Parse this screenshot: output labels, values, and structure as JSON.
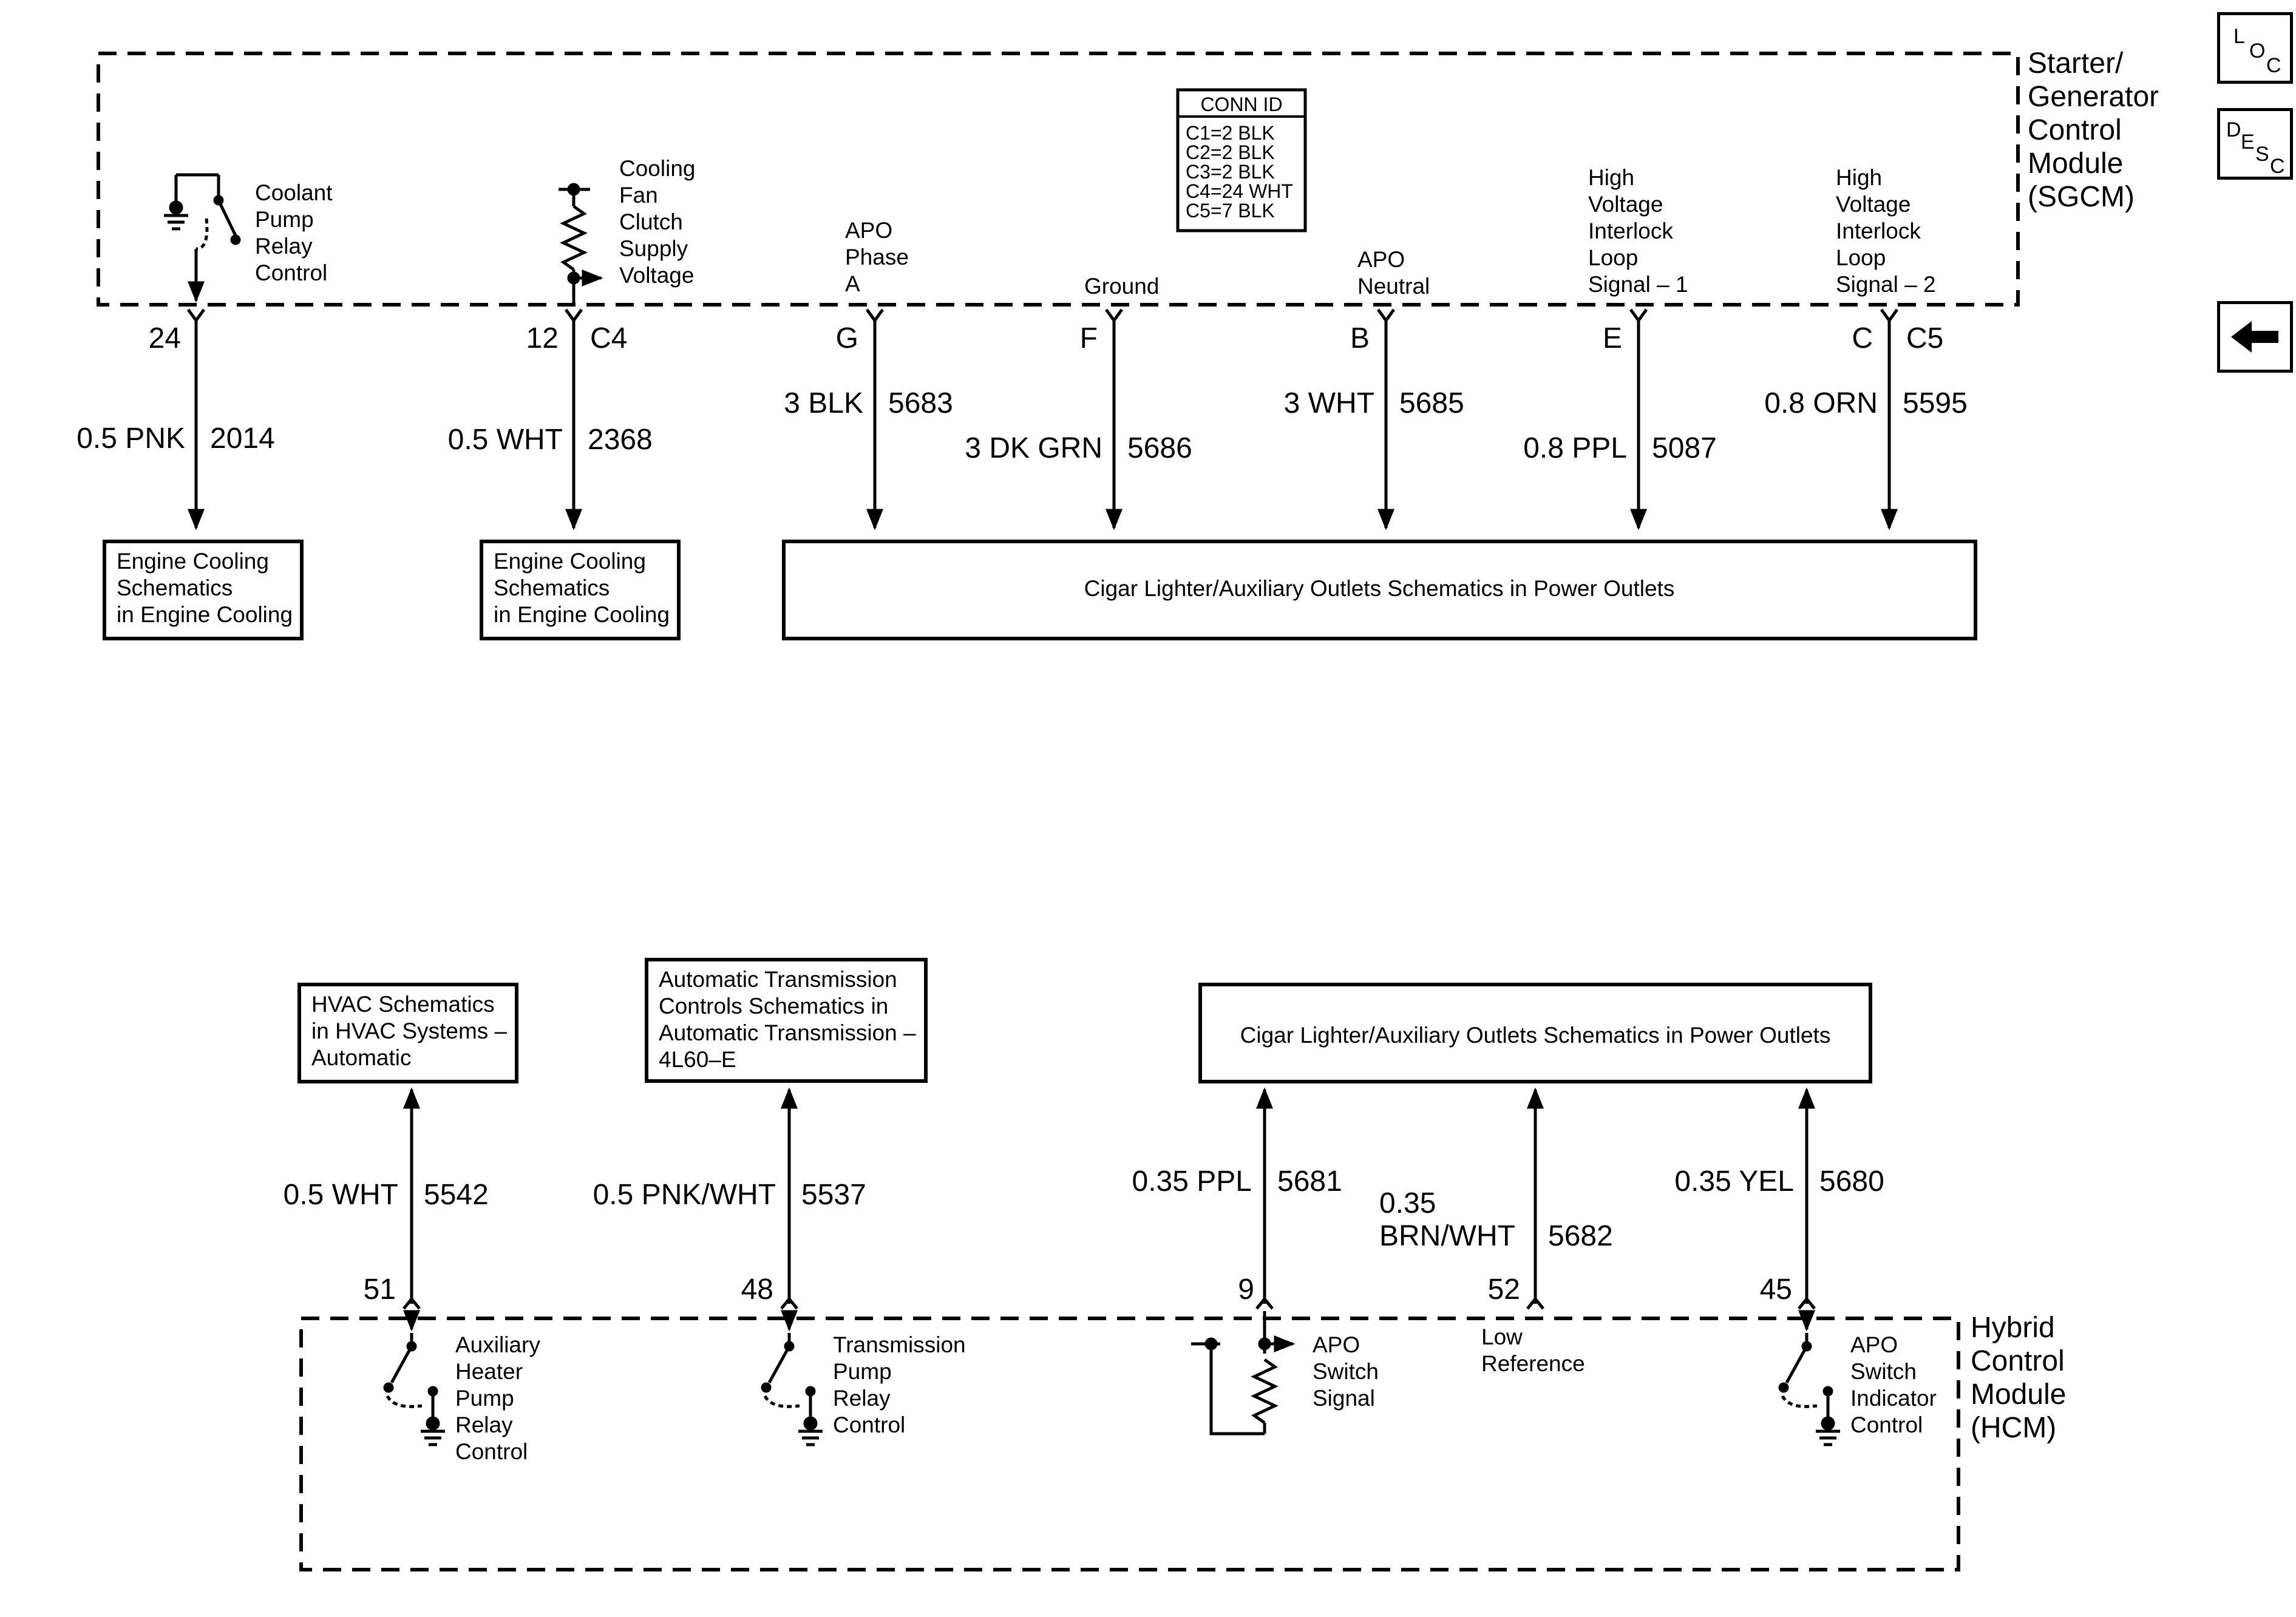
{
  "sgcm": {
    "name_lines": [
      "Starter/",
      "Generator",
      "Control",
      "Module",
      "(SGCM)"
    ],
    "conn_id": {
      "title": "CONN ID",
      "entries": [
        "C1=2 BLK",
        "C2=2 BLK",
        "C3=2 BLK",
        "C4=24 WHT",
        "C5=7 BLK"
      ]
    },
    "pins": [
      {
        "label_lines": [
          "Coolant",
          "Pump",
          "Relay",
          "Control"
        ],
        "pin": "24",
        "connector": "",
        "wire_color": "0.5 PNK",
        "circuit": "2014"
      },
      {
        "label_lines": [
          "Cooling",
          "Fan",
          "Clutch",
          "Supply",
          "Voltage"
        ],
        "pin": "12",
        "connector": "C4",
        "wire_color": "0.5 WHT",
        "circuit": "2368"
      },
      {
        "label_lines": [
          "APO",
          "Phase",
          "A"
        ],
        "pin": "G",
        "connector": "",
        "wire_color": "3 BLK",
        "circuit": "5683"
      },
      {
        "label_lines": [
          "Ground"
        ],
        "pin": "F",
        "connector": "",
        "wire_color": "3 DK GRN",
        "circuit": "5686"
      },
      {
        "label_lines": [
          "APO",
          "Neutral"
        ],
        "pin": "B",
        "connector": "",
        "wire_color": "3 WHT",
        "circuit": "5685"
      },
      {
        "label_lines": [
          "High",
          "Voltage",
          "Interlock",
          "Loop",
          "Signal – 1"
        ],
        "pin": "E",
        "connector": "",
        "wire_color": "0.8 PPL",
        "circuit": "5087"
      },
      {
        "label_lines": [
          "High",
          "Voltage",
          "Interlock",
          "Loop",
          "Signal – 2"
        ],
        "pin": "C",
        "connector": "C5",
        "wire_color": "0.8 ORN",
        "circuit": "5595"
      }
    ],
    "destinations": [
      {
        "lines": [
          "Engine Cooling",
          "Schematics",
          "in Engine Cooling"
        ]
      },
      {
        "lines": [
          "Engine Cooling",
          "Schematics",
          "in Engine Cooling"
        ]
      },
      {
        "lines": [
          "Cigar Lighter/Auxiliary Outlets Schematics in Power Outlets"
        ]
      }
    ]
  },
  "hcm": {
    "name_lines": [
      "Hybrid",
      "Control",
      "Module",
      "(HCM)"
    ],
    "pins": [
      {
        "label_lines": [
          "Auxiliary",
          "Heater",
          "Pump",
          "Relay",
          "Control"
        ],
        "pin": "51",
        "wire_color_lines": [
          "0.5 WHT"
        ],
        "circuit": "5542"
      },
      {
        "label_lines": [
          "Transmission",
          "Pump",
          "Relay",
          "Control"
        ],
        "pin": "48",
        "wire_color_lines": [
          "0.5 PNK/WHT"
        ],
        "circuit": "5537"
      },
      {
        "label_lines": [
          "APO",
          "Switch",
          "Signal"
        ],
        "pin": "9",
        "wire_color_lines": [
          "0.35 PPL"
        ],
        "circuit": "5681"
      },
      {
        "label_lines": [
          "Low",
          "Reference"
        ],
        "pin": "52",
        "wire_color_lines": [
          "0.35",
          "BRN/WHT"
        ],
        "circuit": "5682"
      },
      {
        "label_lines": [
          "APO",
          "Switch",
          "Indicator",
          "Control"
        ],
        "pin": "45",
        "wire_color_lines": [
          "0.35 YEL"
        ],
        "circuit": "5680"
      }
    ],
    "destinations": [
      {
        "lines": [
          "HVAC Schematics",
          "in HVAC Systems –",
          "Automatic"
        ]
      },
      {
        "lines": [
          "Automatic Transmission",
          "Controls Schematics in",
          "Automatic Transmission –",
          "4L60–E"
        ]
      },
      {
        "lines": [
          "Cigar Lighter/Auxiliary Outlets Schematics in Power Outlets"
        ]
      }
    ]
  },
  "nav": {
    "loc": {
      "l": "L",
      "o": "O",
      "c": "C",
      "icon": "loc-icon"
    },
    "desc": {
      "d": "D",
      "e": "E",
      "s": "S",
      "c": "C",
      "icon": "desc-icon"
    },
    "back": {
      "icon": "back-arrow-icon"
    }
  },
  "colors": {
    "line": "#000000",
    "background": "#ffffff"
  }
}
